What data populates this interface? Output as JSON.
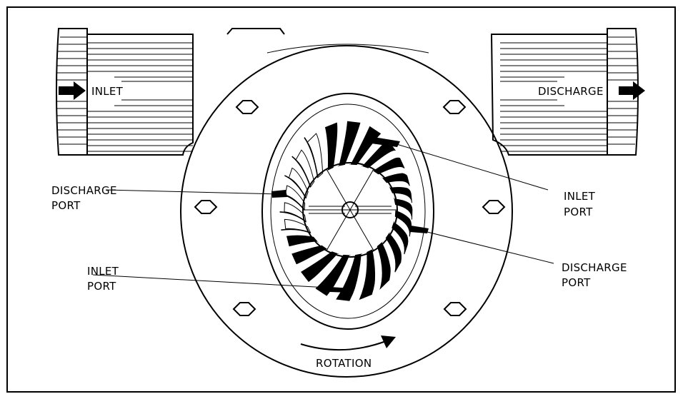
{
  "labels": {
    "inlet": "INLET",
    "discharge": "DISCHARGE",
    "discharge_port_left_1": "DISCHARGE",
    "discharge_port_left_2": "PORT",
    "inlet_port_right_1": "INLET",
    "inlet_port_right_2": "PORT",
    "inlet_port_left_1": "INLET",
    "inlet_port_left_2": "PORT",
    "discharge_port_right_1": "DISCHARGE",
    "discharge_port_right_2": "PORT",
    "rotation": "ROTATION"
  },
  "colors": {
    "ink": "#000000",
    "paper": "#ffffff"
  },
  "icons": {
    "inlet_arrow": "arrow-right-icon",
    "discharge_arrow": "arrow-right-icon",
    "rotation_arrow": "curved-arrow-icon"
  }
}
